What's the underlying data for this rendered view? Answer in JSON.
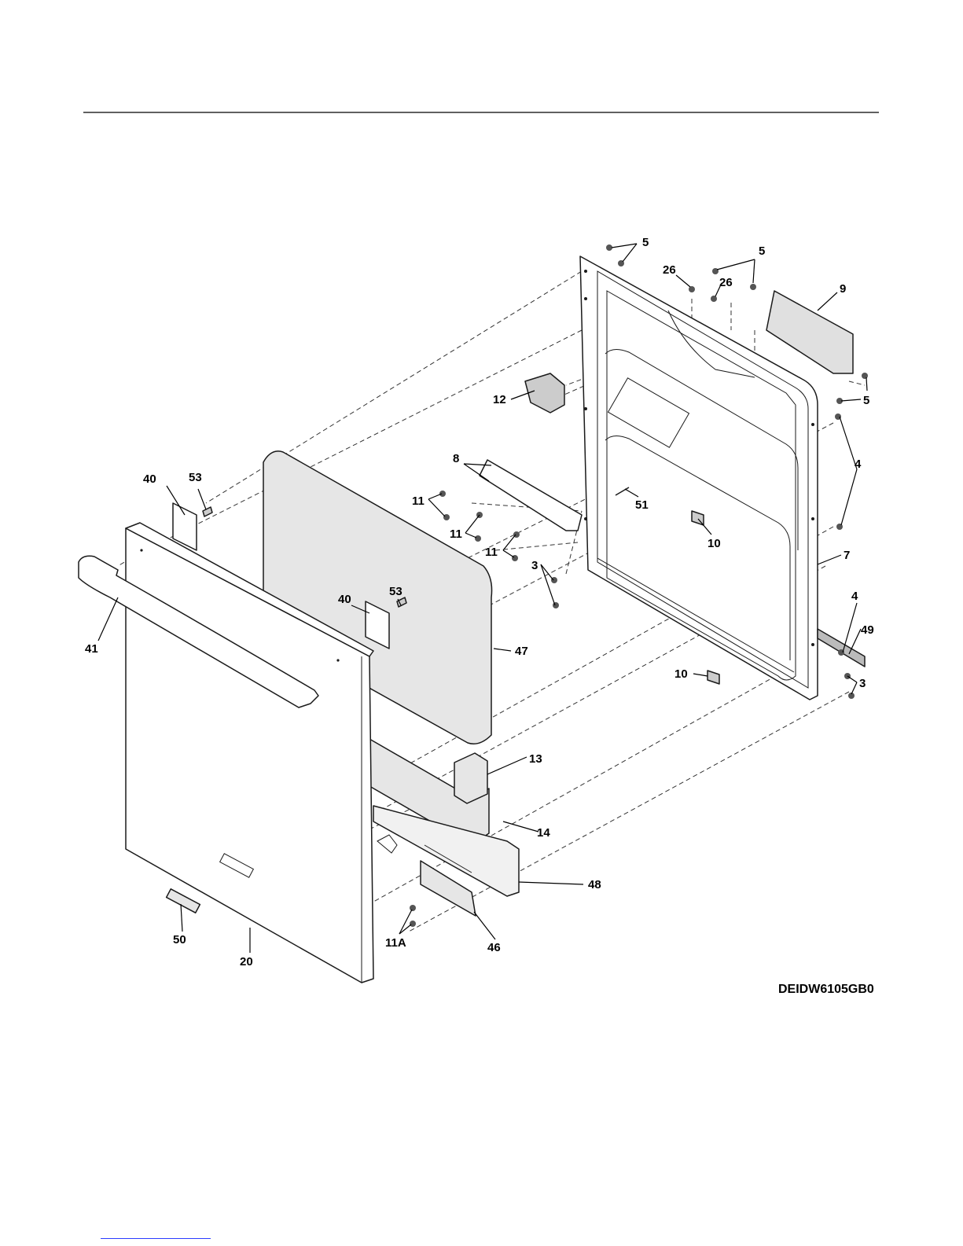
{
  "drawing_code": "DEIDW6105GB0",
  "part_labels": {
    "p3a": "3",
    "p3b": "3",
    "p4a": "4",
    "p4b": "4",
    "p5a": "5",
    "p5b": "5",
    "p5c": "5",
    "p7": "7",
    "p8": "8",
    "p9": "9",
    "p10a": "10",
    "p10b": "10",
    "p11a": "11",
    "p11b": "11",
    "p11c": "11",
    "p11d": "11A",
    "p12": "12",
    "p13": "13",
    "p14": "14",
    "p20": "20",
    "p26a": "26",
    "p26b": "26",
    "p40a": "40",
    "p40b": "40",
    "p41": "41",
    "p46": "46",
    "p47": "47",
    "p48": "48",
    "p49": "49",
    "p50": "50",
    "p51": "51",
    "p53a": "53",
    "p53b": "53"
  },
  "colors": {
    "panel_fill": "#e6e6e6",
    "line": "#1a1a1a",
    "link": "#2b3cff"
  }
}
